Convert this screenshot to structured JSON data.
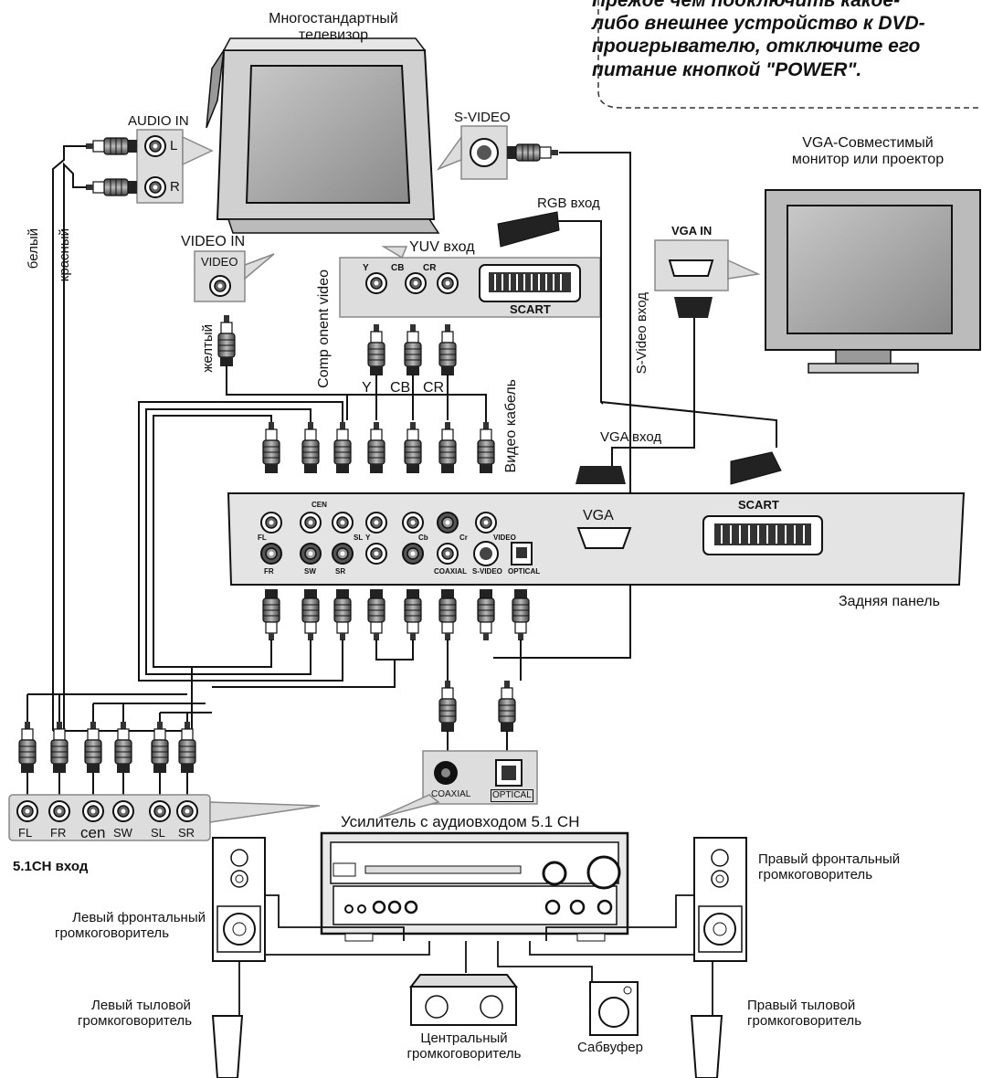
{
  "warning": {
    "lines": [
      "Прежде чем подключить какое-",
      "либо внешнее устройство к DVD-",
      "проигрывателю, отключите его",
      "питание кнопкой \"POWER\"."
    ]
  },
  "tv": {
    "title_line1": "Многостандартный",
    "title_line2": "телевизор"
  },
  "tv_inputs": {
    "audio_in": "AUDIO IN",
    "audio_l": "L",
    "audio_r": "R",
    "s_video": "S-VIDEO",
    "video_in": "VIDEO  IN",
    "video_jack": "VIDEO"
  },
  "cable_labels": {
    "white": "белый",
    "red": "красный",
    "yellow": "желтый",
    "component": "Comp onent video",
    "video_cable": "Видео кабель",
    "s_video_input": "S-Video вход",
    "rgb_input": "RGB вход",
    "vga_input": "VGA вход"
  },
  "scart_panel": {
    "yuv_input": "YUV вход",
    "y": "Y",
    "cb": "CB",
    "cr": "CR",
    "scart": "SCART",
    "cable_y": "Y",
    "cable_cb": "CB",
    "cable_cr": "CR"
  },
  "monitor": {
    "title_line1": "VGA-Совместимый",
    "title_line2": "монитор или проектор",
    "vga_in": "VGA IN"
  },
  "rear_panel": {
    "title": "Задняя панель",
    "vga": "VGA",
    "scart": "SCART",
    "top_labels": [
      "FL",
      "CEN",
      "SL",
      "Y",
      "Cb",
      "Cr",
      "VIDEO"
    ],
    "bottom_labels": [
      "FR",
      "SW",
      "SR",
      "",
      "",
      "COAXIAL",
      "S-VIDEO",
      "OPTICAL"
    ]
  },
  "amp_inputs": {
    "coaxial": "COAXIAL",
    "optical": "OPTICAL",
    "channels": [
      "FL",
      "FR",
      "cen",
      "SW",
      "SL",
      "SR"
    ],
    "input_51": "5.1CH вход"
  },
  "amplifier": {
    "title": "Усилитель с аудиовходом 5.1 CH"
  },
  "speakers": {
    "front_left_1": "Левый фронтальный",
    "front_left_2": "громкоговоритель",
    "front_right_1": "Правый фронтальный",
    "front_right_2": "громкоговоритель",
    "rear_left_1": "Левый тыловой",
    "rear_left_2": "громкоговоритель",
    "rear_right_1": "Правый тыловой",
    "rear_right_2": "громкоговоритель",
    "center_1": "Центральный",
    "center_2": "громкоговоритель",
    "subwoofer": "Сабвуфер"
  }
}
